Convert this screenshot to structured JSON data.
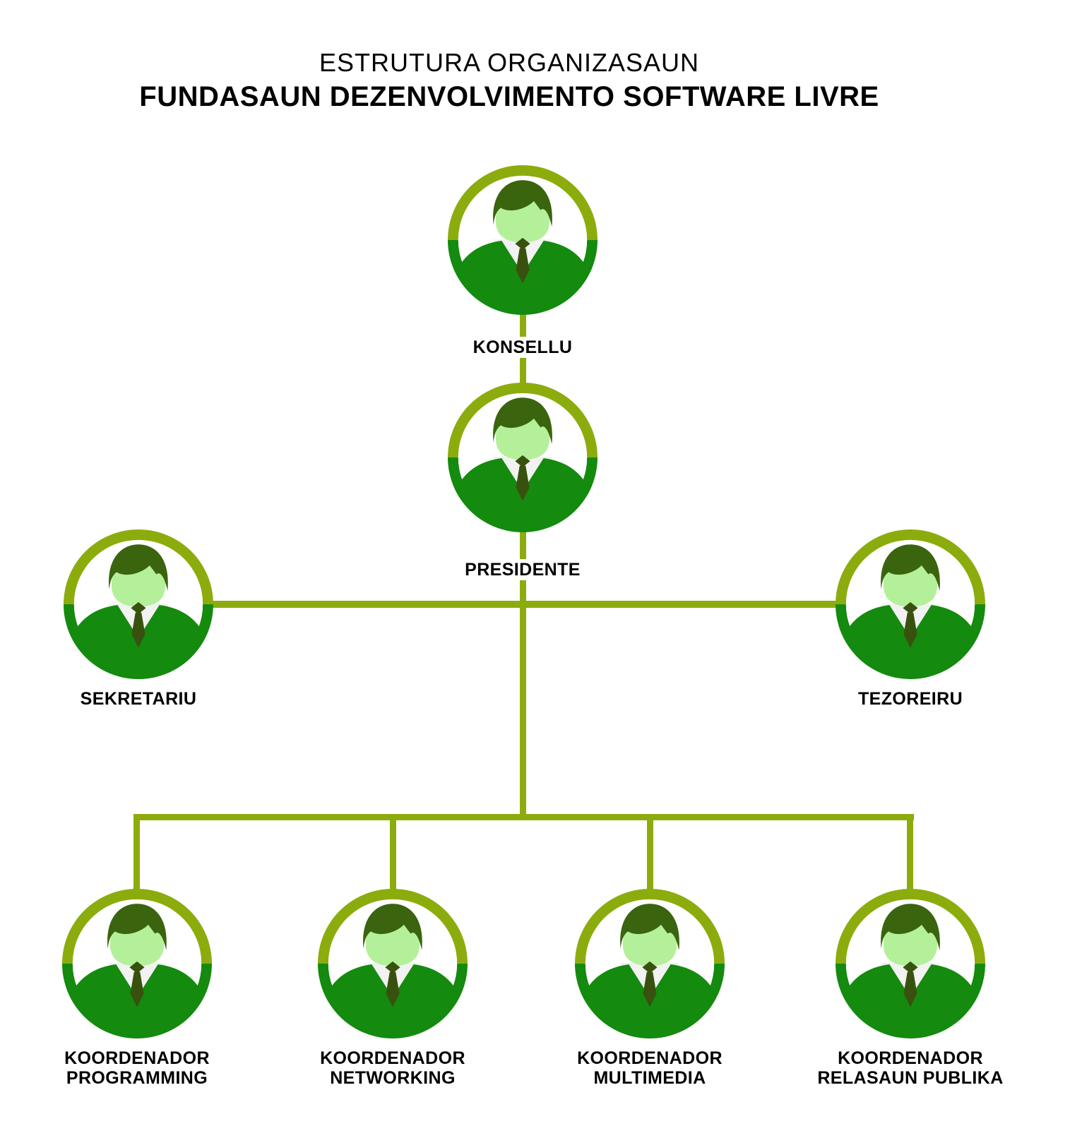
{
  "header": {
    "title_line1": "ESTRUTURA ORGANIZASAUN",
    "title_line2": "FUNDASAUN DEZENVOLVIMENTO SOFTWARE LIVRE"
  },
  "palette": {
    "background": "#FFFFFF",
    "text": "#000000",
    "line_olive": "#8CAC0E",
    "suit_green": "#148A0E",
    "face_green": "#B4F09A",
    "hair_green": "#3A640E",
    "tie_green": "#39510E",
    "collar_white": "#F2F2F2"
  },
  "org_chart": {
    "avatar_icon": "person-in-suit-icon",
    "nodes": [
      {
        "id": "konsellu",
        "label": "KONSELLU",
        "lines": [
          "KONSELLU"
        ],
        "reports_to": null
      },
      {
        "id": "presidente",
        "label": "PRESIDENTE",
        "lines": [
          "PRESIDENTE"
        ],
        "reports_to": "konsellu"
      },
      {
        "id": "sekretariu",
        "label": "SEKRETARIU",
        "lines": [
          "SEKRETARIU"
        ],
        "reports_to": "presidente"
      },
      {
        "id": "tezoreiru",
        "label": "TEZOREIRU",
        "lines": [
          "TEZOREIRU"
        ],
        "reports_to": "presidente"
      },
      {
        "id": "koordenador-programming",
        "label": "KOORDENADOR PROGRAMMING",
        "lines": [
          "KOORDENADOR",
          "PROGRAMMING"
        ],
        "reports_to": "presidente"
      },
      {
        "id": "koordenador-networking",
        "label": "KOORDENADOR NETWORKING",
        "lines": [
          "KOORDENADOR",
          "NETWORKING"
        ],
        "reports_to": "presidente"
      },
      {
        "id": "koordenador-multimedia",
        "label": "KOORDENADOR MULTIMEDIA",
        "lines": [
          "KOORDENADOR",
          "MULTIMEDIA"
        ],
        "reports_to": "presidente"
      },
      {
        "id": "koordenador-relasaun-publika",
        "label": "KOORDENADOR RELASAUN PUBLIKA",
        "lines": [
          "KOORDENADOR",
          "RELASAUN PUBLIKA"
        ],
        "reports_to": "presidente"
      }
    ]
  }
}
